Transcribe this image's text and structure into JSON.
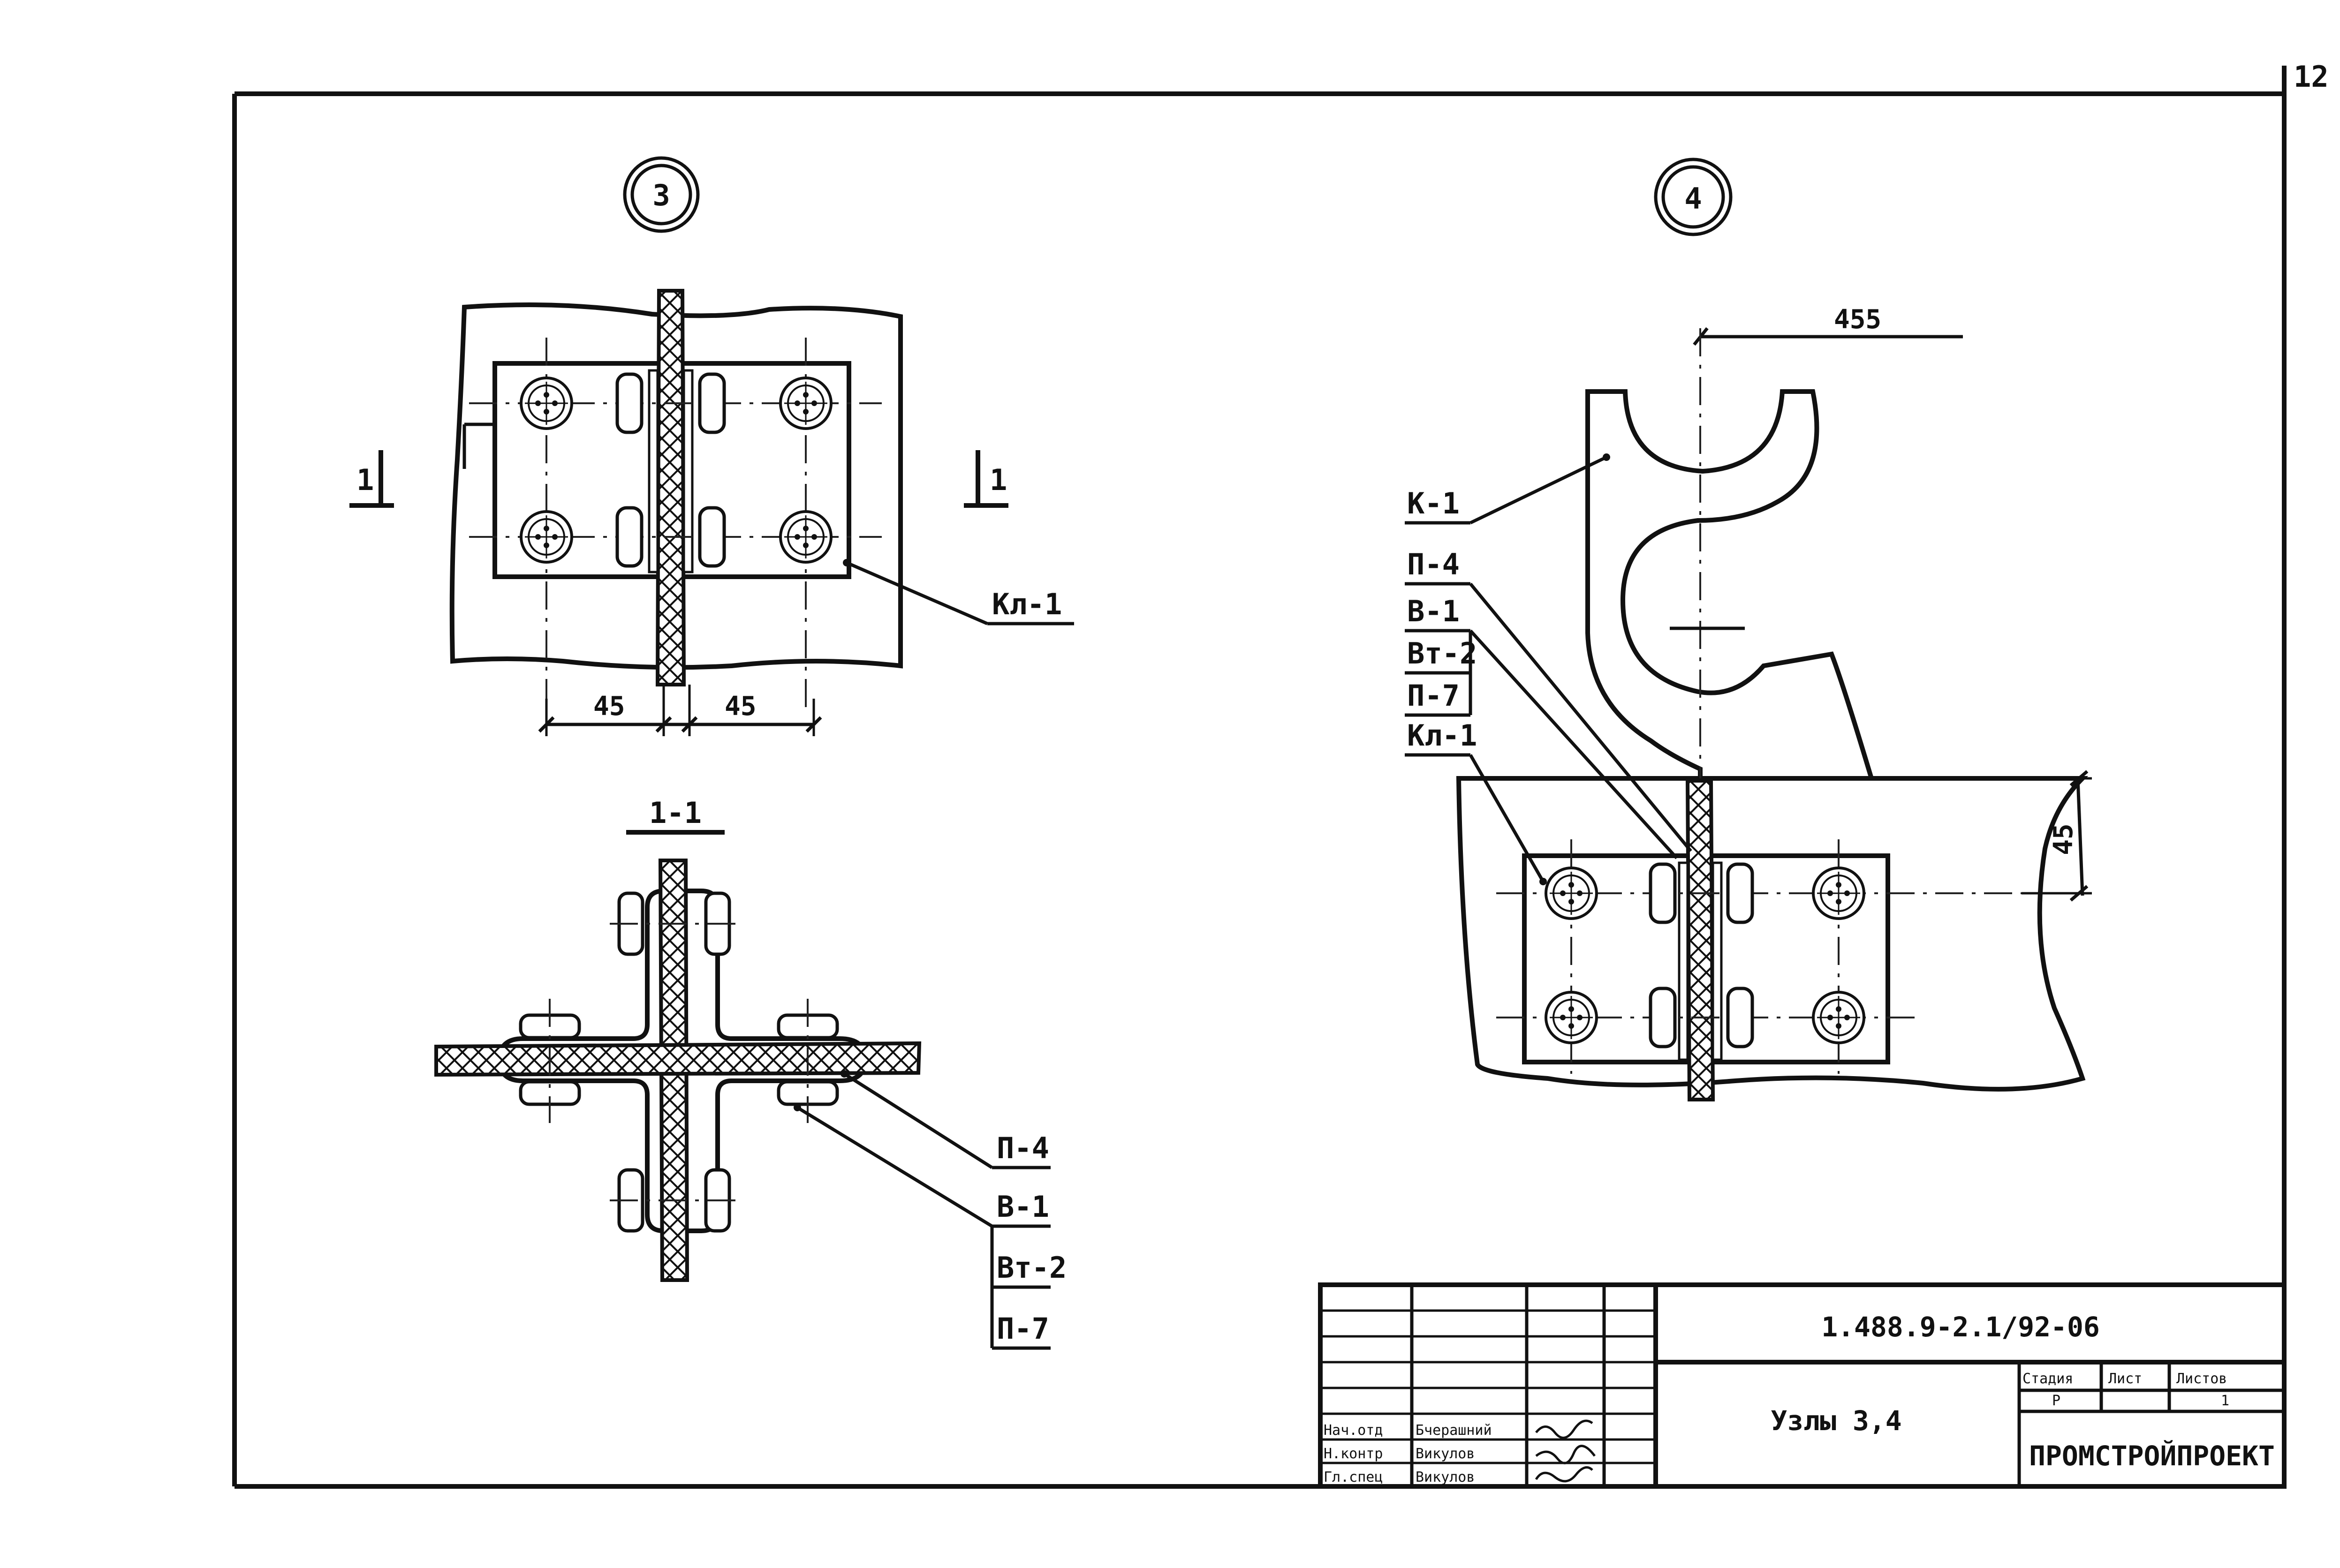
{
  "sheet": {
    "page_number": "12"
  },
  "node3": {
    "marker": "3",
    "section_mark_left": "1",
    "section_mark_right": "1",
    "label_kl": "Кл-1",
    "dim_left": "45",
    "dim_right": "45"
  },
  "section": {
    "title": "1-1",
    "labels": [
      "П-4",
      "В-1",
      "Вт-2",
      "П-7"
    ]
  },
  "node4": {
    "marker": "4",
    "dim_top": "455",
    "dim_side": "45",
    "labels": [
      "К-1",
      "П-4",
      "В-1",
      "Вт-2",
      "П-7",
      "Кл-1"
    ]
  },
  "title_block": {
    "document_code": "1.488.9-2.1/92-06",
    "drawing_title": "Узлы 3,4",
    "org": "ПРОМСТРОЙПРОЕКТ",
    "stage_header": "Стадия",
    "sheet_header": "Лист",
    "sheets_header": "Листов",
    "stage_value": "Р",
    "sheets_value": "1",
    "roles": [
      {
        "role": "Нач.отд",
        "name": "Бчерашний"
      },
      {
        "role": "Н.контр",
        "name": "Викулов"
      },
      {
        "role": "Гл.спец",
        "name": "Викулов"
      }
    ]
  }
}
